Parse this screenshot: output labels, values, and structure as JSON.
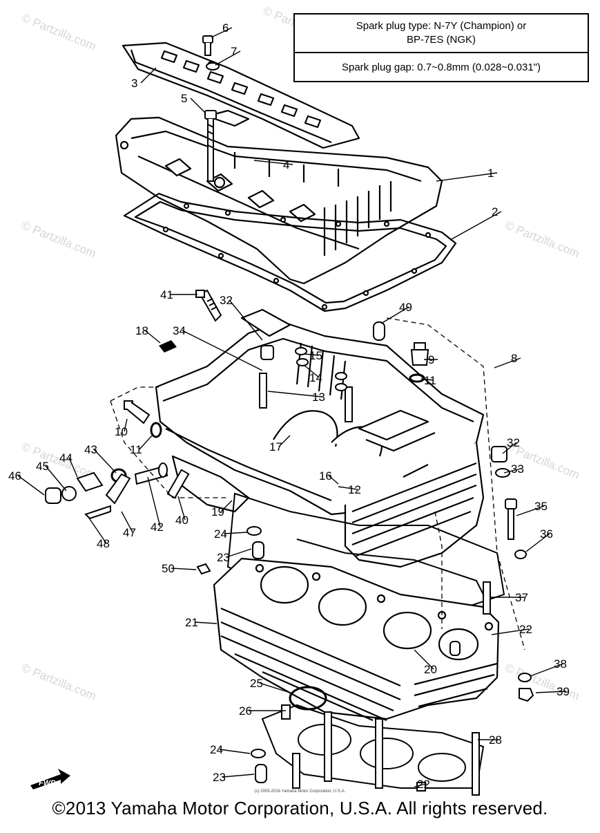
{
  "spec": {
    "line1": "Spark plug type: N-7Y (Champion) or",
    "line2": "BP-7ES (NGK)",
    "gap": "Spark plug gap: 0.7~0.8mm (0.028~0.031\")"
  },
  "watermark": "© Partzilla.com",
  "watermark_center": "Partzilla.com",
  "fwd_label": "FWD",
  "small_copyright": "(c) 2005-2016 Yamaha Motor Corporation, U.S.A.",
  "copyright": "©2013 Yamaha Motor Corporation, U.S.A. All rights reserved.",
  "callouts": [
    "6",
    "7",
    "3",
    "5",
    "4",
    "1",
    "2",
    "41",
    "32",
    "49",
    "18",
    "34",
    "15",
    "9",
    "8",
    "14",
    "11",
    "13",
    "10",
    "11",
    "17",
    "32",
    "43",
    "44",
    "45",
    "46",
    "16",
    "12",
    "33",
    "42",
    "40",
    "47",
    "48",
    "19",
    "35",
    "24",
    "36",
    "23",
    "50",
    "37",
    "21",
    "22",
    "20",
    "38",
    "39",
    "25",
    "26",
    "28",
    "24",
    "23",
    "22"
  ]
}
